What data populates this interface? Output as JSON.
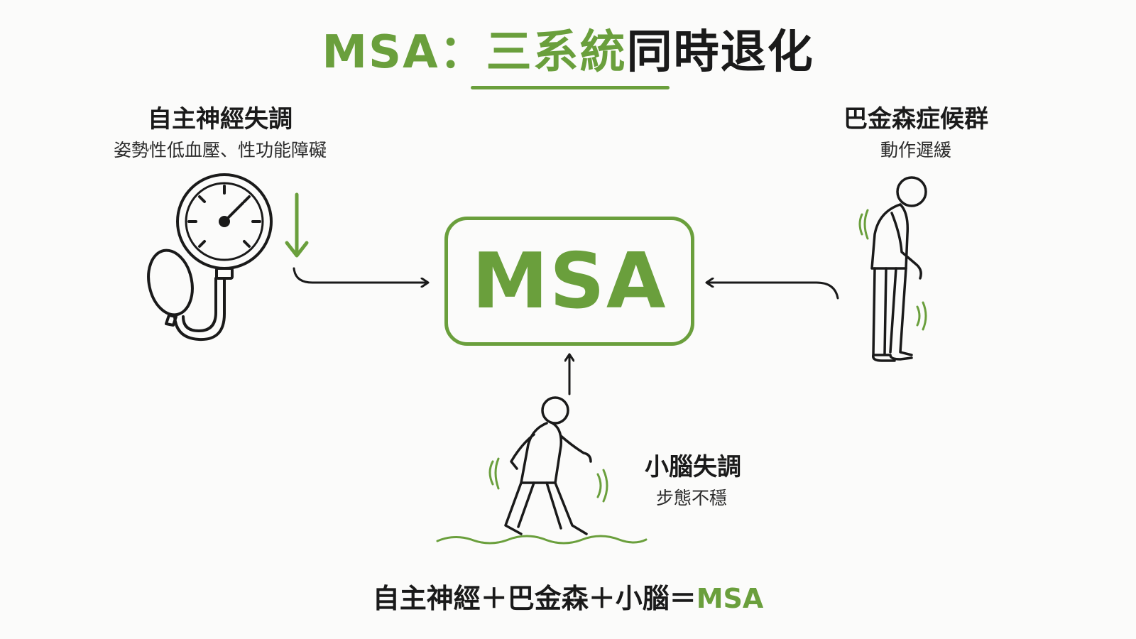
{
  "title": {
    "part1": "MSA：三系統",
    "part2": "同時退化"
  },
  "autonomic": {
    "heading": "自主神經失調",
    "subtitle": "姿勢性低血壓、性功能障礙"
  },
  "parkinson": {
    "heading": "巴金森症候群",
    "subtitle": "動作遲緩"
  },
  "cerebellar": {
    "heading": "小腦失調",
    "subtitle": "步態不穩"
  },
  "center": {
    "label": "MSA"
  },
  "formula": {
    "text": "自主神經＋巴金森＋小腦＝",
    "result": "MSA"
  },
  "icons": {
    "left": "blood-pressure-gauge-icon",
    "right": "stooped-person-icon",
    "bottom": "unsteady-walking-person-icon",
    "down_arrow": "down-arrow-icon"
  },
  "colors": {
    "accent": "#6a9f3c",
    "text": "#1a1a1a",
    "background": "#fbfbfa"
  }
}
